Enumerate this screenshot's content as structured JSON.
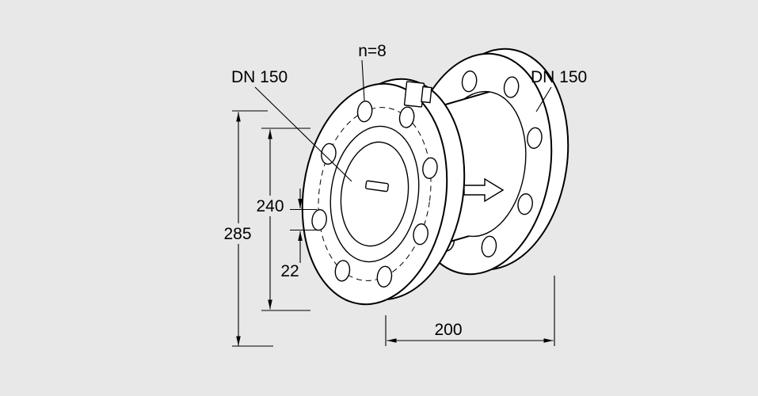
{
  "drawing": {
    "background_color": "#e8e8e8",
    "line_color": "#000000",
    "part_fill_color": "#ffffff"
  },
  "labels": {
    "nominal_diameter_left": "DN 150",
    "nominal_diameter_right": "DN 150",
    "bolt_count": "n=8"
  },
  "dimensions": {
    "flange_outer_diameter": "285",
    "bolt_circle_diameter": "240",
    "bolt_hole_diameter": "22",
    "face_to_face_length": "200"
  }
}
